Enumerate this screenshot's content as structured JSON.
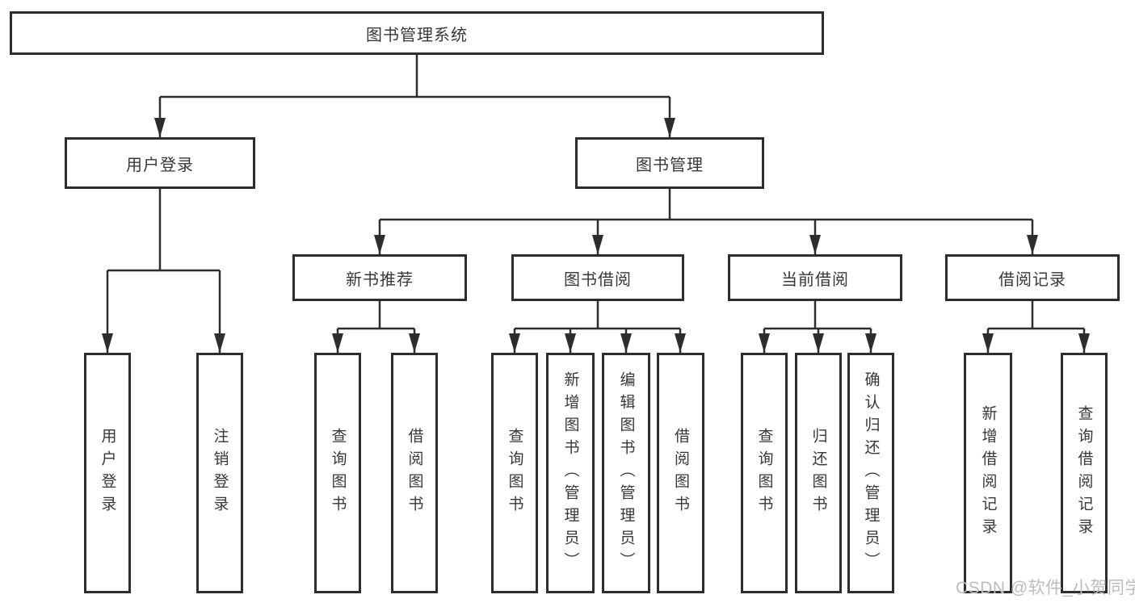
{
  "diagram_title": "图书管理系统",
  "tree": {
    "label": "图书管理系统",
    "children": [
      {
        "label": "用户登录",
        "children": [
          {
            "label": "用户登录"
          },
          {
            "label": "注销登录"
          }
        ]
      },
      {
        "label": "图书管理",
        "children": [
          {
            "label": "新书推荐",
            "children": [
              {
                "label": "查询图书"
              },
              {
                "label": "借阅图书"
              }
            ]
          },
          {
            "label": "图书借阅",
            "children": [
              {
                "label": "查询图书"
              },
              {
                "label": "新增图书（管理员）"
              },
              {
                "label": "编辑图书（管理员）"
              },
              {
                "label": "借阅图书"
              }
            ]
          },
          {
            "label": "当前借阅",
            "children": [
              {
                "label": "查询图书"
              },
              {
                "label": "归还图书"
              },
              {
                "label": "确认归还（管理员）"
              }
            ]
          },
          {
            "label": "借阅记录",
            "children": [
              {
                "label": "新增借阅记录"
              },
              {
                "label": "查询借阅记录"
              }
            ]
          }
        ]
      }
    ]
  },
  "watermark": {
    "text": "CSDN @软件_小贺同学"
  },
  "colors": {
    "line": "#2d2d2d",
    "text": "#383838",
    "background": "#ffffff",
    "watermark": "#bcbcbc"
  }
}
